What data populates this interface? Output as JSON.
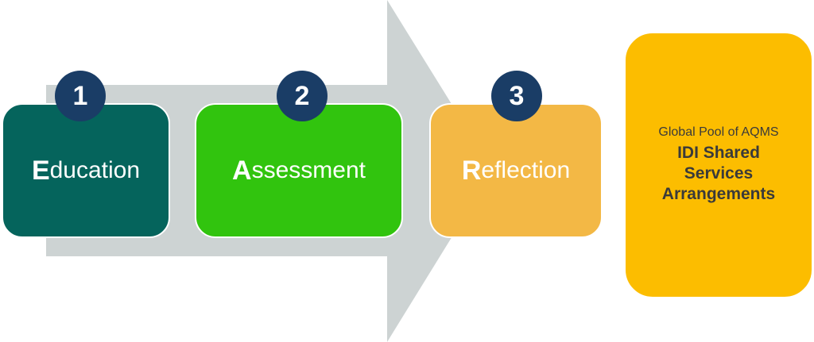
{
  "diagram": {
    "colors": {
      "arrow": "#cdd3d3",
      "badge": "#1a3d66",
      "education": "#05645c",
      "assessment": "#31c40e",
      "reflection": "#f3b845",
      "pool": "#fcbd00"
    },
    "steps": [
      {
        "number": "1",
        "initial": "E",
        "rest": "ducation"
      },
      {
        "number": "2",
        "initial": "A",
        "rest": "ssessment"
      },
      {
        "number": "3",
        "initial": "R",
        "rest": "eflection"
      }
    ],
    "pool": {
      "subtitle": "Global Pool of AQMS",
      "title_lines": [
        "IDI Shared",
        "Services",
        "Arrangements"
      ]
    }
  }
}
